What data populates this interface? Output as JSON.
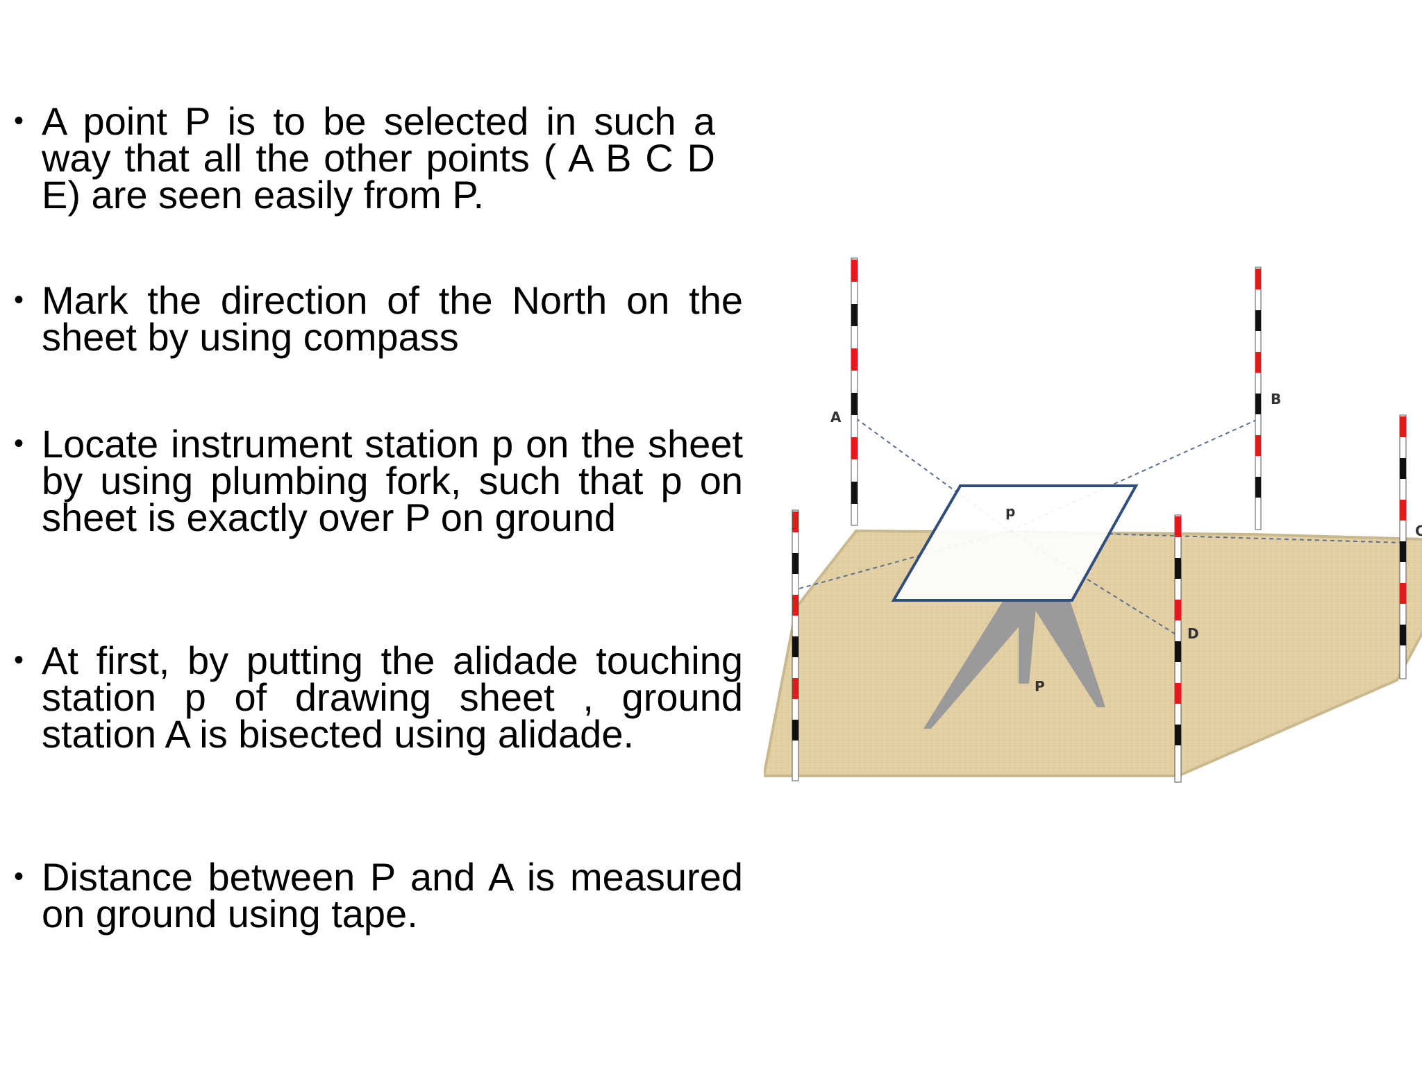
{
  "bullets": [
    "A point P is to be selected in such a way that all the other points ( A B C D E) are seen easily from P.",
    "Mark the direction of the North on the sheet by using compass",
    "Locate instrument station p on the sheet by using plumbing fork, such that p on sheet is exactly over P on ground",
    "At first, by putting the alidade touching station p of drawing sheet , ground station A is bisected using alidade.",
    "Distance between P and A is measured on ground using tape."
  ],
  "bullet_symbol": "•",
  "diagram": {
    "labels": {
      "A": "A",
      "B": "B",
      "C": "C",
      "D": "D",
      "p_sheet": "p",
      "P_ground": "P"
    },
    "colors": {
      "ground": "#e2cfa3",
      "ground_edge": "#c9b98e",
      "sheet_outline": "#2f4e7c",
      "tripod": "#9a9a9a",
      "pole_red": "#e01b1b",
      "pole_black": "#111111",
      "sight_line": "#5a6f8f"
    }
  }
}
